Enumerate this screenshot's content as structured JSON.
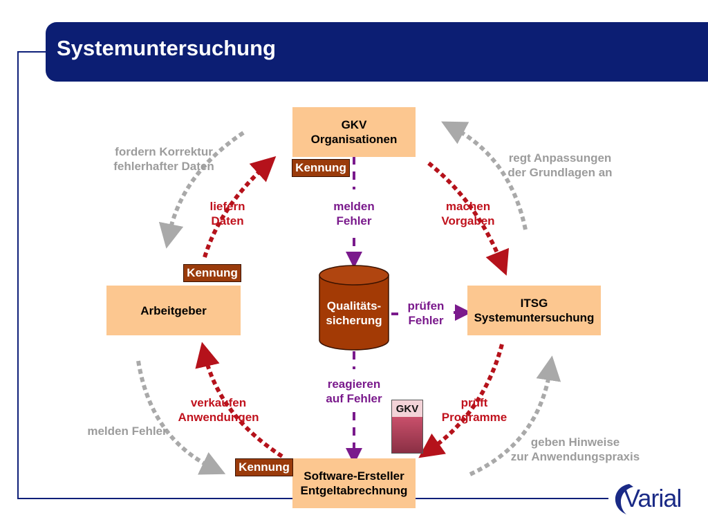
{
  "slide": {
    "title": "Systemuntersuchung"
  },
  "nodes": {
    "gkv": "GKV\nOrganisationen",
    "arbeitgeber": "Arbeitgeber",
    "itsg": "ITSG\nSystemuntersuchung",
    "software": "Software-Ersteller\nEntgeltabrechnung",
    "qs": "Qualitäts-\nsicherung"
  },
  "kennung": {
    "gkv": "Kennung",
    "arbeitgeber": "Kennung",
    "software": "Kennung"
  },
  "labels": {
    "liefern_daten": "liefern\nDaten",
    "melden_fehler_center": "melden\nFehler",
    "machen_vorgaben": "machen\nVorgaben",
    "pruefen_fehler": "prüfen\nFehler",
    "reagieren_auf_fehler": "reagieren\nauf Fehler",
    "verkaufen_anwendungen": "verkaufen\nAnwendungen",
    "prueft_programme": "prüft\nProgramme",
    "fordern_korrektur": "fordern Korrektur\nfehlerhafter Daten",
    "regt_anpassungen": "regt Anpassungen\nder Grundlagen an",
    "melden_fehler_left": "melden Fehler",
    "geben_hinweise": "geben Hinweise\nzur Anwendungspraxis"
  },
  "certificate": {
    "text": "GKV"
  },
  "logo": {
    "text": "Varial"
  },
  "colors": {
    "title_bar": "#0c1e73",
    "box": "#fcc790",
    "kennung": "#9a3b0b",
    "red_arrow": "#b5121b",
    "purple_arrow": "#7a1a8c",
    "gray_arrow": "#a9a9a9"
  }
}
